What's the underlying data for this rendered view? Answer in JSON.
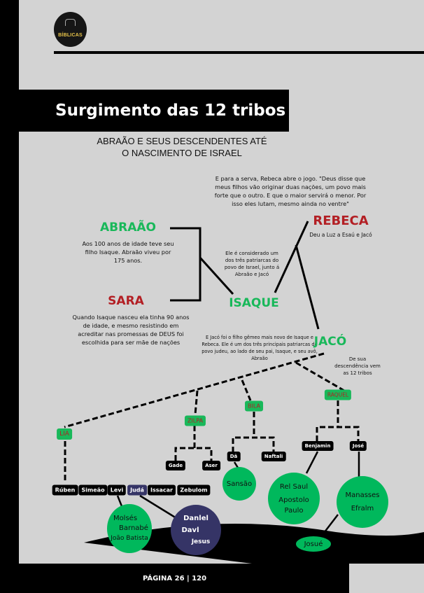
{
  "logo": {
    "text": "BÍBLICAS"
  },
  "title": "Surgimento das 12 tribos",
  "subtitle": [
    "ABRAÃO E SEUS DESCENDENTES ATÉ",
    "O NASCIMENTO DE ISRAEL"
  ],
  "people": {
    "abraao": {
      "name": "ABRAÃO",
      "desc": "Aos 100 anos de idade teve seu filho Isaque. Abraão viveu por 175 anos."
    },
    "sara": {
      "name": "SARA",
      "desc": "Quando Isaque nasceu ela tinha 90 anos de idade, e mesmo resistindo em acreditar nas promessas de DEUS foi escolhida para ser mãe de nações"
    },
    "isaque": {
      "name": "ISAQUE",
      "desc": "Ele é considerado um dos três patriarcas do povo de Israel, junto á Abraão e Jacó"
    },
    "rebeca": {
      "name": "REBECA",
      "desc": "Deu a Luz a Esaú e Jacó",
      "quote": "E para a serva, Rebeca abre o jogo. \"Deus disse que meus filhos vão originar duas nações, um povo mais forte que o outro. E que o maior servirá o menor. Por isso eles lutam, mesmo ainda no ventre\""
    },
    "jaco": {
      "name": "JACÓ",
      "desc": "E Jacó foi o filho gêmeo mais novo de Isaque e Rebeca. Ele é um dos três principais patriarcas do povo judeu, ao lado de seu pai, Isaque, e seu avô, Abraão",
      "note": "De sua descendência vem as 12 tribos"
    }
  },
  "wives": {
    "lia": "LIA",
    "zilpa": "ZILPA",
    "bila": "BILA",
    "raquel": "RAQUEL"
  },
  "sons": {
    "ruben": "Rúben",
    "simeao": "Simeão",
    "levi": "Levi",
    "juda": "Judá",
    "issacar": "Issacar",
    "zebulom": "Zebulom",
    "gade": "Gade",
    "aser": "Aser",
    "da": "Dã",
    "naftali": "Naftali",
    "benjamin": "Benjamin",
    "jose": "José"
  },
  "descendants": {
    "levi": [
      "Molsés",
      "Barnabé",
      "João Batista"
    ],
    "juda": [
      "Danlel",
      "Davl",
      "Jesus"
    ],
    "da": [
      "Sansão"
    ],
    "benjamin": [
      "Rel Saul",
      "Apostolo Paulo"
    ],
    "jose": [
      "Manasses",
      "Efralm"
    ],
    "josue": "Josué"
  },
  "footer": "PÁGINA 26 | 120",
  "colors": {
    "green": "#19b85a",
    "red": "#b31f24",
    "navy": "#353466",
    "background": "#d3d3d3"
  }
}
